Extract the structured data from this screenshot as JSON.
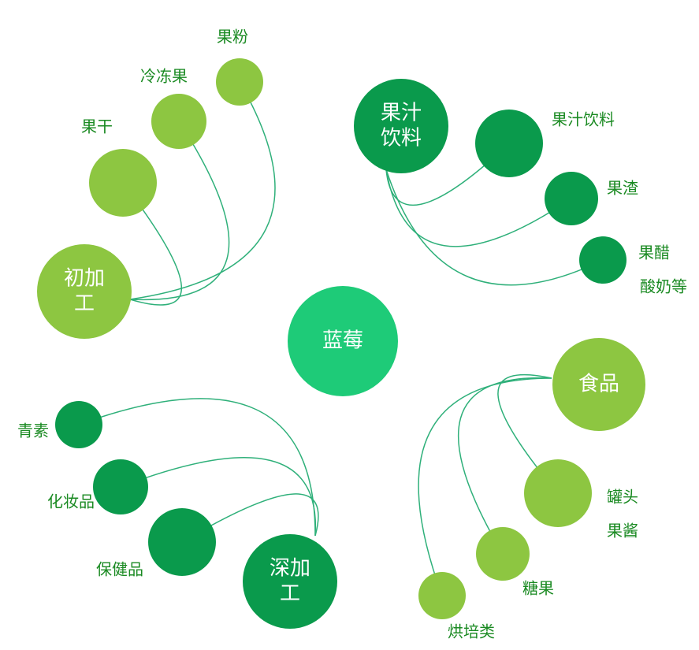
{
  "colors": {
    "center": "#1ecb78",
    "light": "#8dc641",
    "dark": "#0a9a4c",
    "line": "#2fb07a",
    "label": "#1a8a22"
  },
  "center": {
    "label": "蓝莓"
  },
  "hubs": [
    {
      "id": "primary",
      "lines": [
        "初加",
        "工"
      ],
      "tone": "light"
    },
    {
      "id": "juice",
      "lines": [
        "果汁",
        "饮料"
      ],
      "tone": "dark"
    },
    {
      "id": "food",
      "lines": [
        "食品"
      ],
      "tone": "light"
    },
    {
      "id": "deep",
      "lines": [
        "深加",
        "工"
      ],
      "tone": "dark"
    }
  ],
  "leaves": [
    {
      "hub": 0,
      "label": [
        "果干"
      ],
      "tone": "light"
    },
    {
      "hub": 0,
      "label": [
        "冷冻果"
      ],
      "tone": "light"
    },
    {
      "hub": 0,
      "label": [
        "果粉"
      ],
      "tone": "light"
    },
    {
      "hub": 1,
      "label": [
        "果汁饮料"
      ],
      "tone": "dark"
    },
    {
      "hub": 1,
      "label": [
        "果渣"
      ],
      "tone": "dark"
    },
    {
      "hub": 1,
      "label": [
        "果醋",
        "酸奶等"
      ],
      "tone": "dark"
    },
    {
      "hub": 2,
      "label": [
        "罐头",
        "果酱"
      ],
      "tone": "light"
    },
    {
      "hub": 2,
      "label": [
        "糖果"
      ],
      "tone": "light"
    },
    {
      "hub": 2,
      "label": [
        "烘培类"
      ],
      "tone": "light"
    },
    {
      "hub": 3,
      "label": [
        "青素"
      ],
      "tone": "dark"
    },
    {
      "hub": 3,
      "label": [
        "化妆品"
      ],
      "tone": "dark"
    },
    {
      "hub": 3,
      "label": [
        "保健品"
      ],
      "tone": "dark"
    }
  ]
}
